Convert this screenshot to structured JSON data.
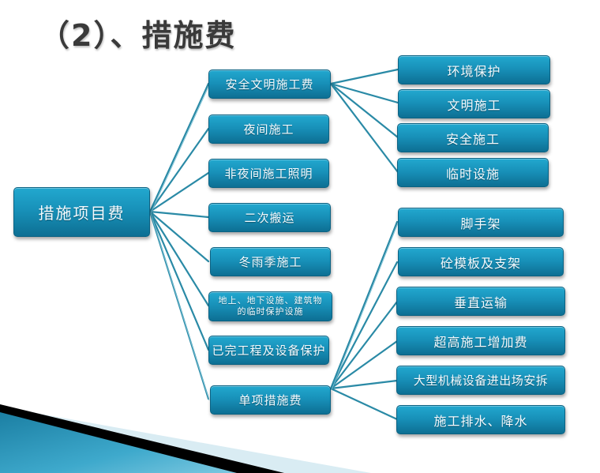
{
  "title": "（2）、措施费",
  "diagram": {
    "root": {
      "label": "措施项目费"
    },
    "mid": [
      {
        "label": "安全文明施工费"
      },
      {
        "label": "夜间施工"
      },
      {
        "label": "非夜间施工照明"
      },
      {
        "label": "二次搬运"
      },
      {
        "label": "冬雨季施工"
      },
      {
        "label_line1": "地上、地下设施、建筑物",
        "label_line2": "的临时保护设施"
      },
      {
        "label": "已完工程及设备保护"
      },
      {
        "label": "单项措施费"
      }
    ],
    "safety_children": [
      {
        "label": "环境保护"
      },
      {
        "label": "文明施工"
      },
      {
        "label": "安全施工"
      },
      {
        "label": "临时设施"
      }
    ],
    "single_item_children": [
      {
        "label": "脚手架"
      },
      {
        "label": "砼模板及支架"
      },
      {
        "label": "垂直运输"
      },
      {
        "label": "超高施工增加费"
      },
      {
        "label": "大型机械设备进出场安拆"
      },
      {
        "label": "施工排水、降水"
      }
    ]
  },
  "colors": {
    "box_top": "#22a8cf",
    "box_bottom": "#0d6f93",
    "link": "#2a8aa6",
    "title": "#3a3a3a"
  }
}
